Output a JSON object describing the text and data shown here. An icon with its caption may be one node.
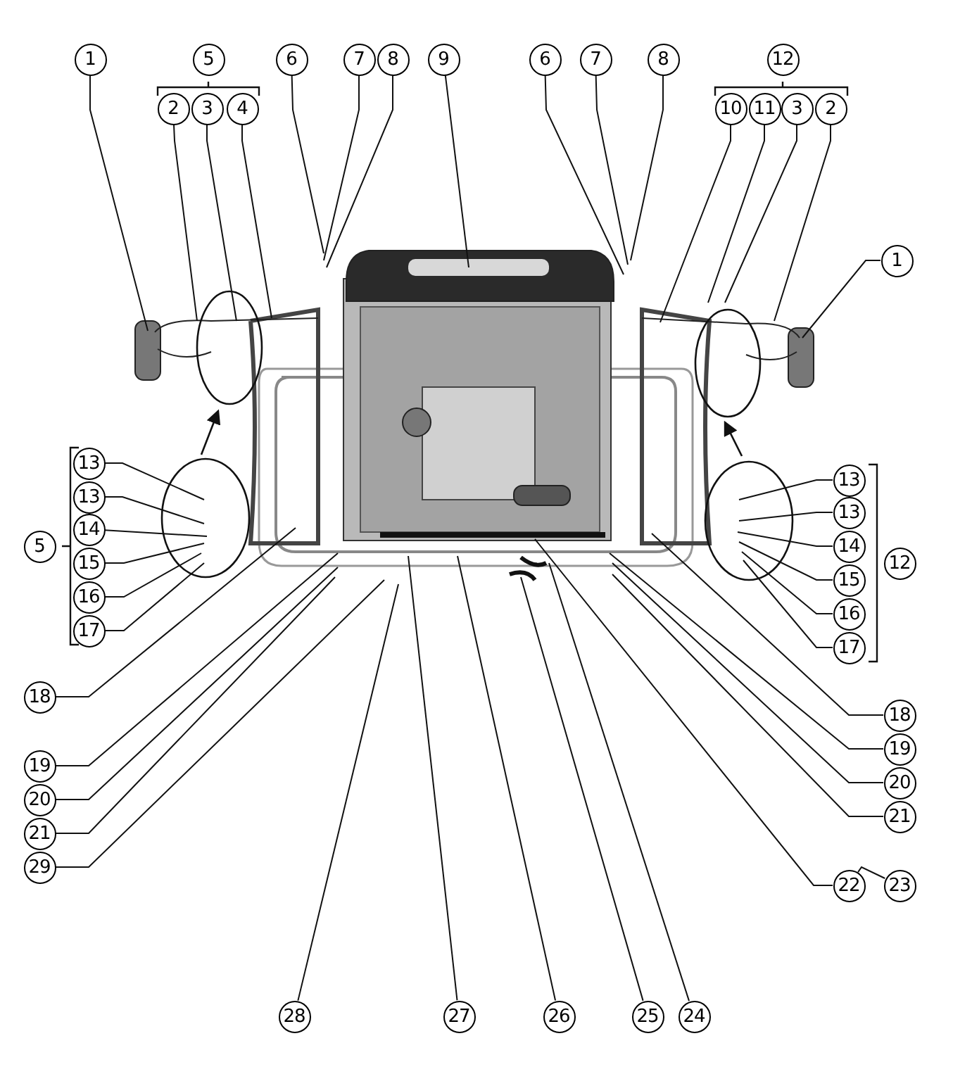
{
  "diagram": {
    "nodes": [
      {
        "text": [
          "1"
        ]
      },
      {
        "text": [
          "5"
        ]
      },
      {
        "text": [
          "6"
        ]
      },
      {
        "text": [
          "7"
        ]
      },
      {
        "text": [
          "8"
        ]
      },
      {
        "text": [
          "9"
        ]
      },
      {
        "text": [
          "6"
        ]
      },
      {
        "text": [
          "7"
        ]
      },
      {
        "text": [
          "8"
        ]
      },
      {
        "text": [
          "12"
        ]
      },
      {
        "text": [
          "2"
        ]
      },
      {
        "text": [
          "3"
        ]
      },
      {
        "text": [
          "4"
        ]
      },
      {
        "text": [
          "10"
        ]
      },
      {
        "text": [
          "11"
        ]
      },
      {
        "text": [
          "3"
        ]
      },
      {
        "text": [
          "2"
        ]
      },
      {
        "text": [
          "1"
        ]
      },
      {
        "text": [
          "13"
        ]
      },
      {
        "text": [
          "13"
        ]
      },
      {
        "text": [
          "13"
        ]
      },
      {
        "text": [
          "13"
        ]
      },
      {
        "text": [
          "14"
        ]
      },
      {
        "text": [
          "5"
        ]
      },
      {
        "text": [
          "14"
        ]
      },
      {
        "text": [
          "15"
        ]
      },
      {
        "text": [
          "12"
        ]
      },
      {
        "text": [
          "15"
        ]
      },
      {
        "text": [
          "16"
        ]
      },
      {
        "text": [
          "16"
        ]
      },
      {
        "text": [
          "17"
        ]
      },
      {
        "text": [
          "17"
        ]
      },
      {
        "text": [
          "18"
        ]
      },
      {
        "text": [
          "18"
        ]
      },
      {
        "text": [
          "19"
        ]
      },
      {
        "text": [
          "19"
        ]
      },
      {
        "text": [
          "20"
        ]
      },
      {
        "text": [
          "20"
        ]
      },
      {
        "text": [
          "21"
        ]
      },
      {
        "text": [
          "21"
        ]
      },
      {
        "text": [
          "29"
        ]
      },
      {
        "text": [
          "22"
        ]
      },
      {
        "text": [
          "23"
        ]
      },
      {
        "text": [
          "28"
        ]
      },
      {
        "text": [
          "27"
        ]
      },
      {
        "text": [
          "26"
        ]
      },
      {
        "text": [
          "25"
        ]
      },
      {
        "text": [
          "24"
        ]
      }
    ],
    "edges": [
      {
        "from": 0,
        "to": null,
        "arrow": "none"
      },
      {
        "from": 2,
        "to": null,
        "arrow": "none"
      },
      {
        "from": 3,
        "to": null,
        "arrow": "none"
      },
      {
        "from": 4,
        "to": null,
        "arrow": "none"
      },
      {
        "from": 5,
        "to": null,
        "arrow": "none"
      },
      {
        "from": 6,
        "to": null,
        "arrow": "none"
      },
      {
        "from": 7,
        "to": null,
        "arrow": "none"
      },
      {
        "from": 8,
        "to": null,
        "arrow": "none"
      },
      {
        "from": 10,
        "to": null,
        "arrow": "none"
      },
      {
        "from": 11,
        "to": null,
        "arrow": "none"
      },
      {
        "from": 12,
        "to": null,
        "arrow": "none"
      },
      {
        "from": 13,
        "to": null,
        "arrow": "none"
      },
      {
        "from": 14,
        "to": null,
        "arrow": "none"
      },
      {
        "from": 15,
        "to": null,
        "arrow": "none"
      },
      {
        "from": 16,
        "to": null,
        "arrow": "none"
      },
      {
        "from": 17,
        "to": null,
        "arrow": "none"
      },
      {
        "from": 18,
        "to": null,
        "arrow": "none"
      },
      {
        "from": 19,
        "to": null,
        "arrow": "none"
      },
      {
        "from": 20,
        "to": null,
        "arrow": "none"
      },
      {
        "from": 21,
        "to": null,
        "arrow": "none"
      },
      {
        "from": 22,
        "to": null,
        "arrow": "none"
      },
      {
        "from": 24,
        "to": null,
        "arrow": "none"
      },
      {
        "from": 25,
        "to": null,
        "arrow": "none"
      },
      {
        "from": 27,
        "to": null,
        "arrow": "none"
      },
      {
        "from": 28,
        "to": null,
        "arrow": "none"
      },
      {
        "from": 29,
        "to": null,
        "arrow": "none"
      },
      {
        "from": 30,
        "to": null,
        "arrow": "none"
      },
      {
        "from": 31,
        "to": null,
        "arrow": "none"
      },
      {
        "from": 32,
        "to": null,
        "arrow": "none"
      },
      {
        "from": 33,
        "to": null,
        "arrow": "none"
      },
      {
        "from": 34,
        "to": null,
        "arrow": "none"
      },
      {
        "from": 35,
        "to": null,
        "arrow": "none"
      },
      {
        "from": 36,
        "to": null,
        "arrow": "none"
      },
      {
        "from": 37,
        "to": null,
        "arrow": "none"
      },
      {
        "from": 38,
        "to": null,
        "arrow": "none"
      },
      {
        "from": 39,
        "to": null,
        "arrow": "none"
      },
      {
        "from": 40,
        "to": null,
        "arrow": "none"
      },
      {
        "from": 41,
        "to": null,
        "arrow": "none"
      },
      {
        "from": 43,
        "to": null,
        "arrow": "none"
      },
      {
        "from": 44,
        "to": null,
        "arrow": "none"
      },
      {
        "from": 45,
        "to": null,
        "arrow": "none"
      },
      {
        "from": 46,
        "to": null,
        "arrow": "none"
      },
      {
        "from": 47,
        "to": null,
        "arrow": "none"
      },
      {
        "from": 41,
        "to": 42,
        "arrow": "none"
      }
    ]
  }
}
